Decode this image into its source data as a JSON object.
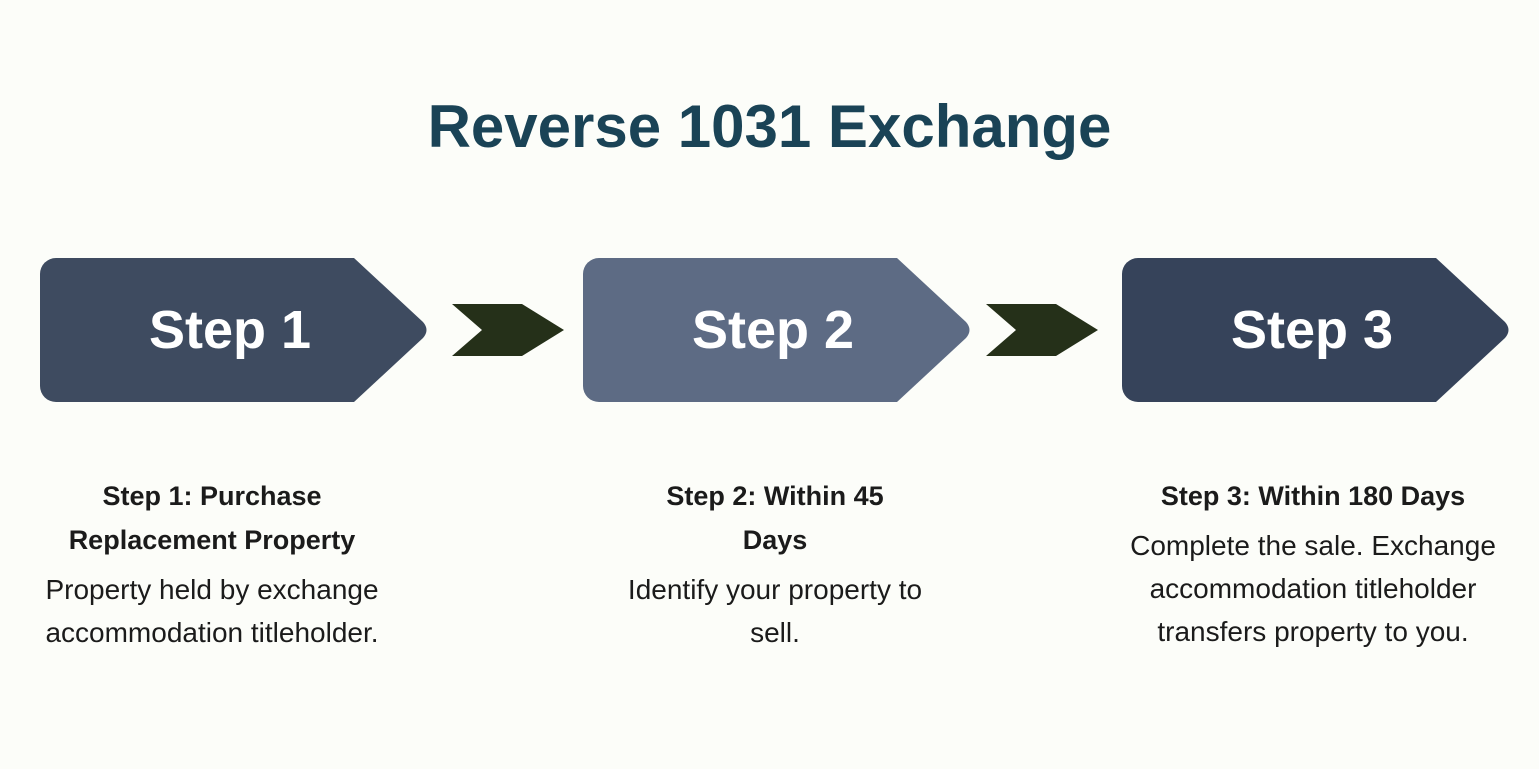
{
  "title": "Reverse 1031 Exchange",
  "colors": {
    "background": "#fcfdf9",
    "title": "#1a4356",
    "text": "#1b1b1b",
    "step_label": "#ffffff",
    "step1_fill": "#3e4b60",
    "step2_fill": "#5d6b84",
    "step3_fill": "#36435a",
    "connector_fill": "#253019"
  },
  "steps": [
    {
      "label": "Step 1",
      "heading": "Step 1: Purchase Replacement Property",
      "description": "Property held by exchange accommodation titleholder."
    },
    {
      "label": "Step 2",
      "heading": "Step 2: Within 45 Days",
      "description": "Identify your property to sell."
    },
    {
      "label": "Step 3",
      "heading": "Step 3: Within 180 Days",
      "description": "Complete the sale. Exchange accommodation titleholder transfers property to you."
    }
  ]
}
